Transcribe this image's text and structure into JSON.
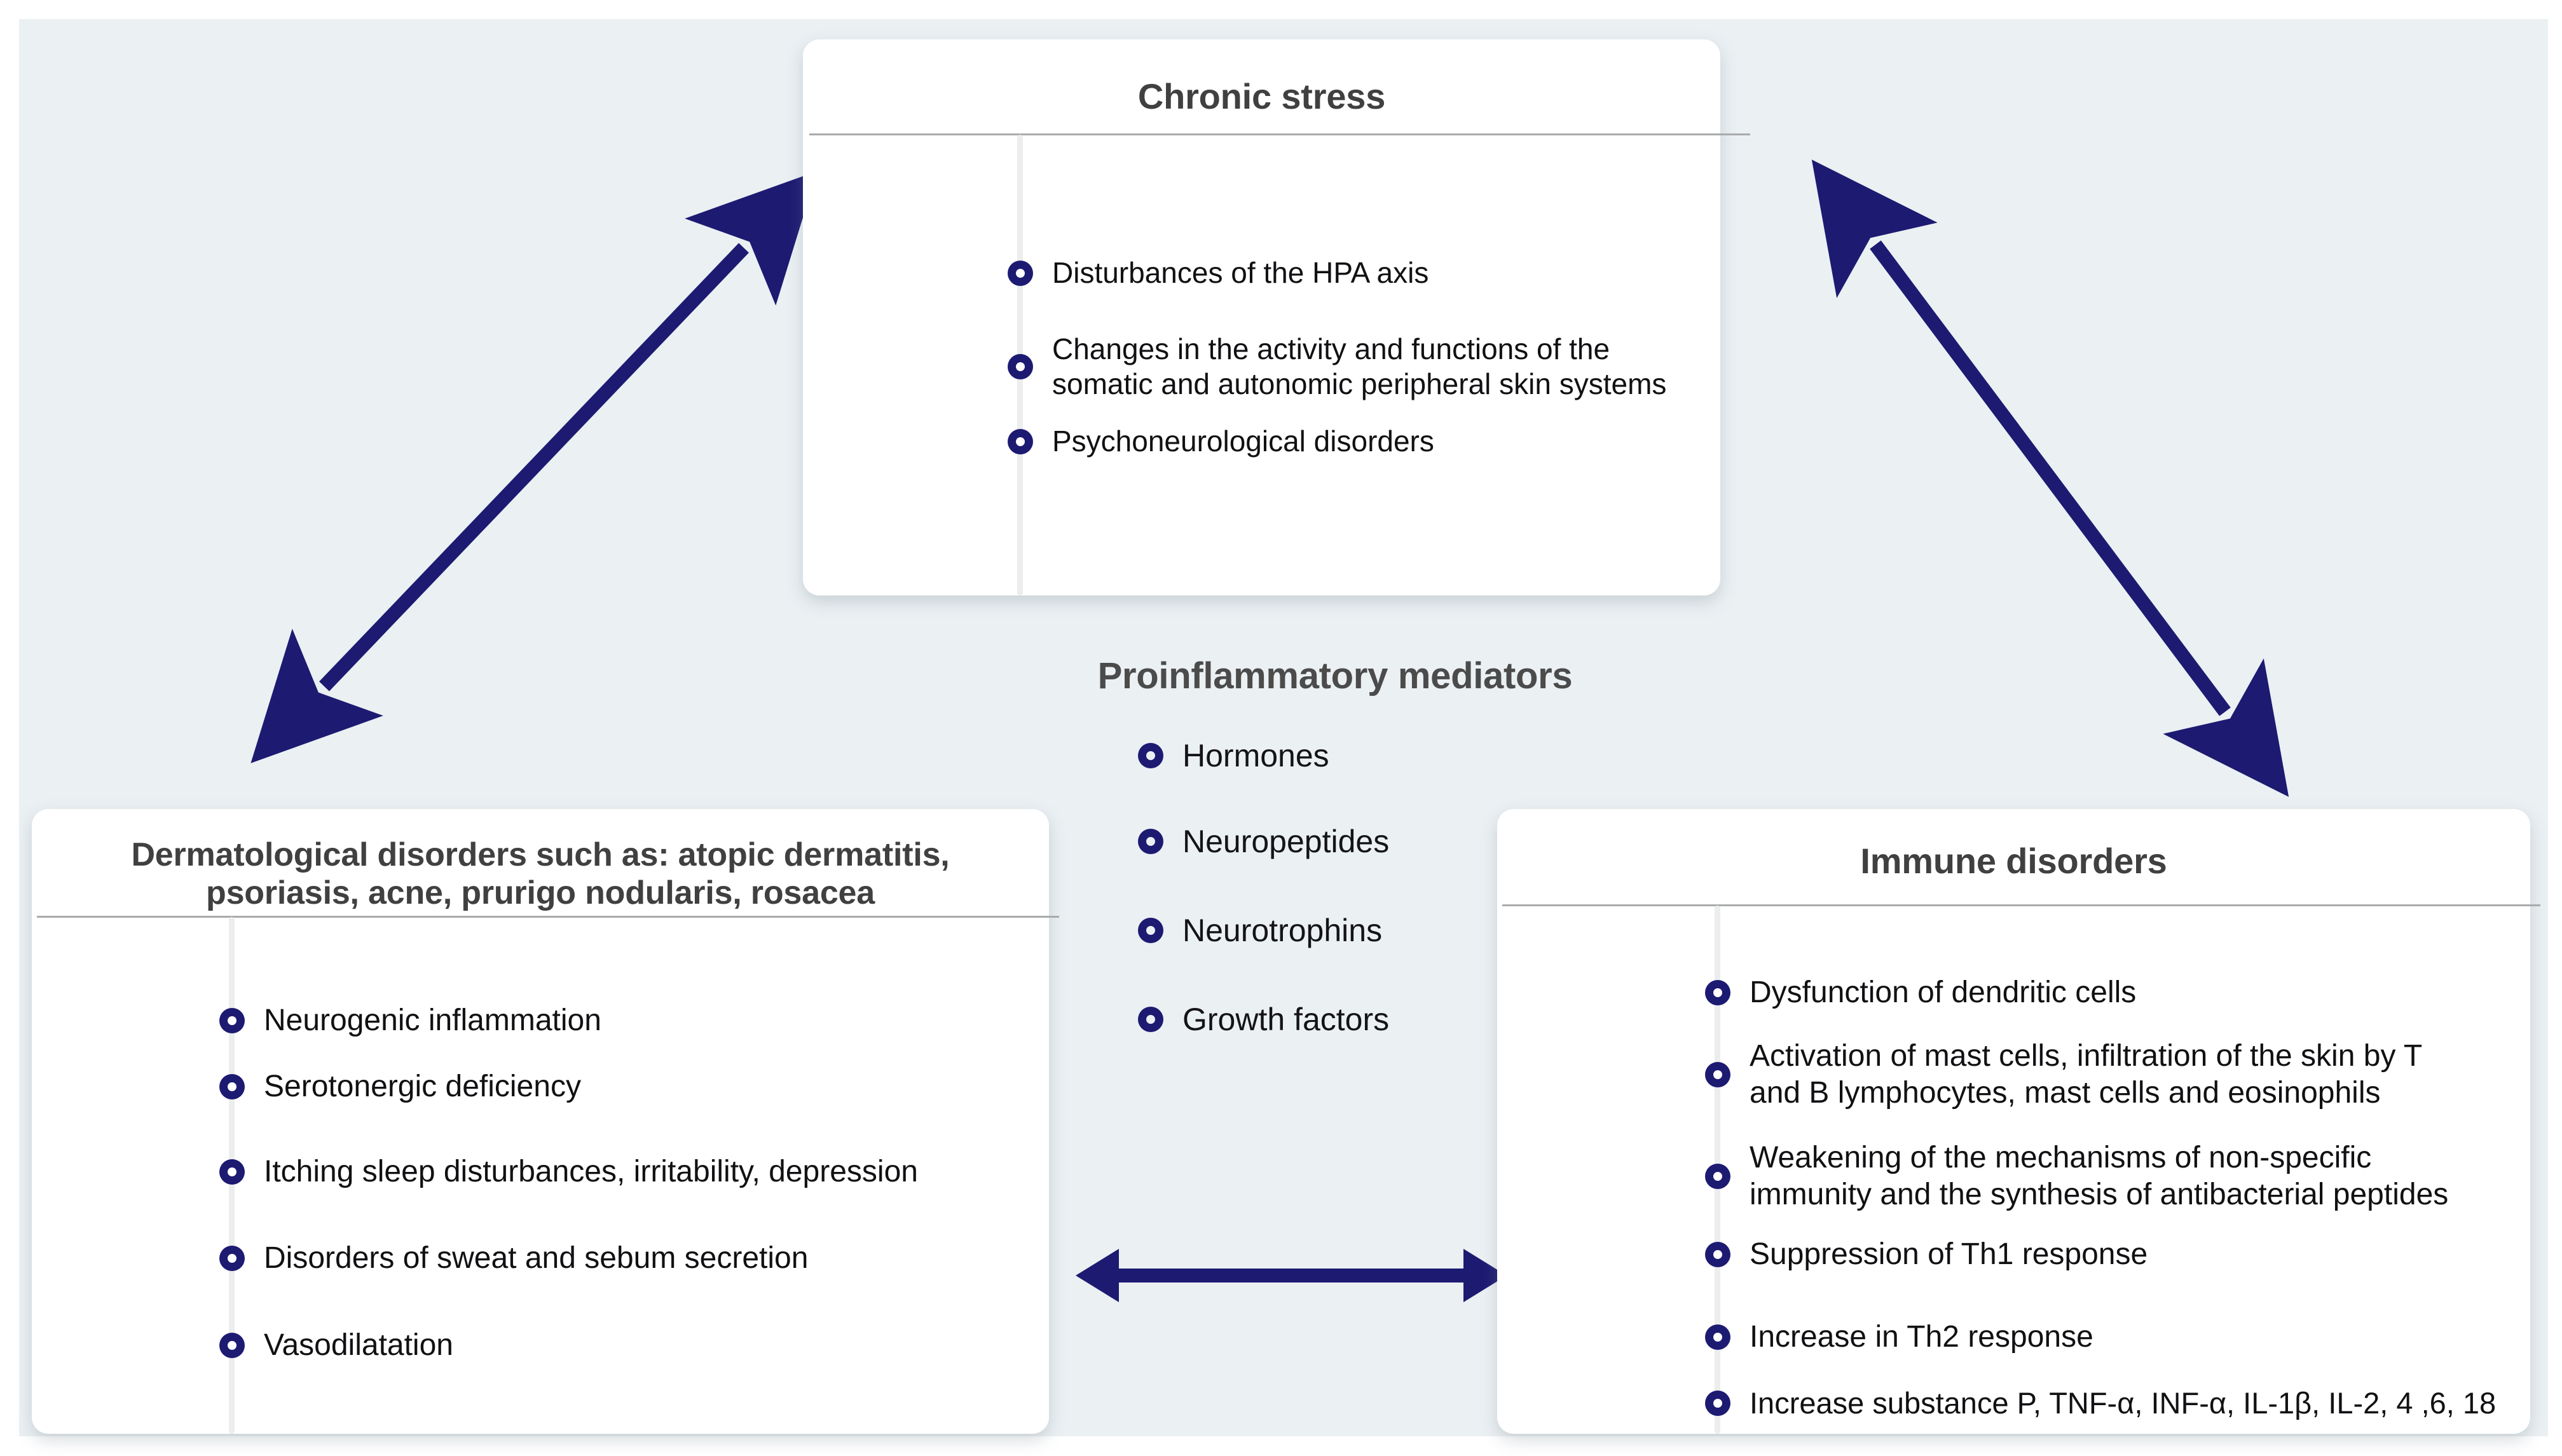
{
  "colors": {
    "canvas_background": "#ebf0f3",
    "card_background": "#ffffff",
    "accent_navy": "#1d1a72",
    "title_grey": "#404040",
    "divider_grey": "#a9aaab",
    "timeline_grey": "#eceded",
    "body_text": "#111114"
  },
  "chronic_stress_card": {
    "title": "Chronic stress",
    "items": [
      "Disturbances of the HPA axis",
      "Changes in the activity and functions of the\nsomatic and autonomic peripheral skin systems",
      "Psychoneurological disorders"
    ]
  },
  "proinflammatory_mediators": {
    "title": "Proinflammatory mediators",
    "items": [
      "Hormones",
      "Neuropeptides",
      "Neurotrophins",
      "Growth factors"
    ]
  },
  "dermatological_card": {
    "title": "Dermatological disorders such as: atopic dermatitis,\npsoriasis, acne, prurigo nodularis, rosacea",
    "items": [
      "Neurogenic inflammation",
      "Serotonergic deficiency",
      "Itching sleep disturbances, irritability, depression",
      "Disorders of sweat and sebum secretion",
      "Vasodilatation"
    ]
  },
  "immune_card": {
    "title": "Immune disorders",
    "items": [
      "Dysfunction of dendritic cells",
      "Activation of mast cells, infiltration of the skin by T\nand B lymphocytes, mast cells and eosinophils",
      "Weakening of the mechanisms of non-specific\nimmunity and the synthesis of antibacterial peptides",
      "Suppression of Th1 response",
      "Increase in Th2 response",
      "Increase substance P, TNF-α, INF-α, IL-1β, IL-2, 4 ,6, 18"
    ]
  },
  "arrows": [
    {
      "name": "arrow-stress-dermatological",
      "direction": "double-headed-diagonal"
    },
    {
      "name": "arrow-stress-immune",
      "direction": "double-headed-diagonal"
    },
    {
      "name": "arrow-dermatological-immune",
      "direction": "double-headed-horizontal"
    }
  ]
}
